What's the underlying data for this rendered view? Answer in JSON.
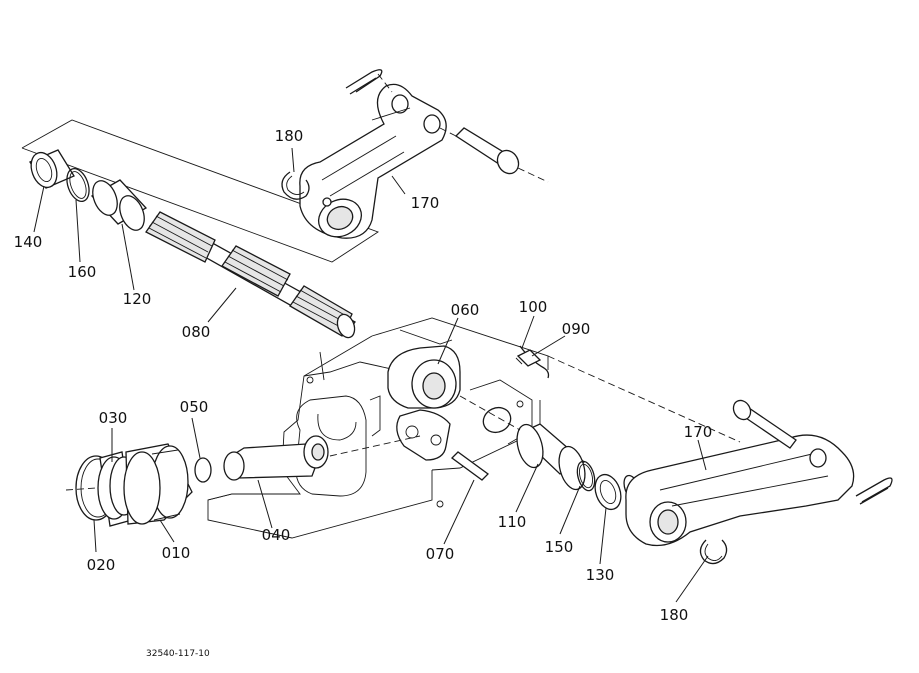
{
  "diagram": {
    "part_labels": [
      {
        "id": "p180a",
        "text": "180"
      },
      {
        "id": "p170a",
        "text": "170"
      },
      {
        "id": "p140",
        "text": "140"
      },
      {
        "id": "p160",
        "text": "160"
      },
      {
        "id": "p120",
        "text": "120"
      },
      {
        "id": "p080",
        "text": "080"
      },
      {
        "id": "p060",
        "text": "060"
      },
      {
        "id": "p100",
        "text": "100"
      },
      {
        "id": "p090",
        "text": "090"
      },
      {
        "id": "p030",
        "text": "030"
      },
      {
        "id": "p050",
        "text": "050"
      },
      {
        "id": "p040",
        "text": "040"
      },
      {
        "id": "p020",
        "text": "020"
      },
      {
        "id": "p010",
        "text": "010"
      },
      {
        "id": "p070",
        "text": "070"
      },
      {
        "id": "p110",
        "text": "110"
      },
      {
        "id": "p150",
        "text": "150"
      },
      {
        "id": "p130",
        "text": "130"
      },
      {
        "id": "p170b",
        "text": "170"
      },
      {
        "id": "p180b",
        "text": "180"
      }
    ],
    "figure_code": "32540-117-10"
  }
}
